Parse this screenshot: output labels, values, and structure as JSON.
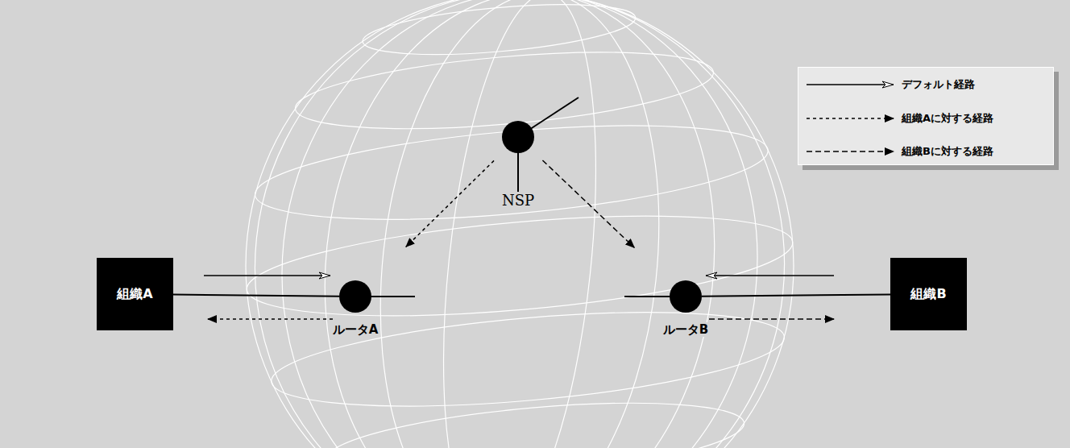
{
  "diagram": {
    "nodes": [
      {
        "text": [
          "NSP"
        ]
      },
      {
        "text": [
          "組織A"
        ]
      },
      {
        "text": [
          "ルータA"
        ]
      },
      {
        "text": [
          "ルータB"
        ]
      },
      {
        "text": [
          "組織B"
        ]
      }
    ],
    "edges": [
      {
        "from": 1,
        "to": 2,
        "arrow": "none"
      },
      {
        "from": 3,
        "to": 4,
        "arrow": "none"
      },
      {
        "from": 0,
        "to": 2,
        "arrow": "to"
      },
      {
        "from": 0,
        "to": 3,
        "arrow": "to"
      }
    ],
    "legend": [
      {
        "text": "デフォルト経路"
      },
      {
        "text": "組織Aに対する経路"
      },
      {
        "text": "組織Bに対する経路"
      }
    ]
  }
}
